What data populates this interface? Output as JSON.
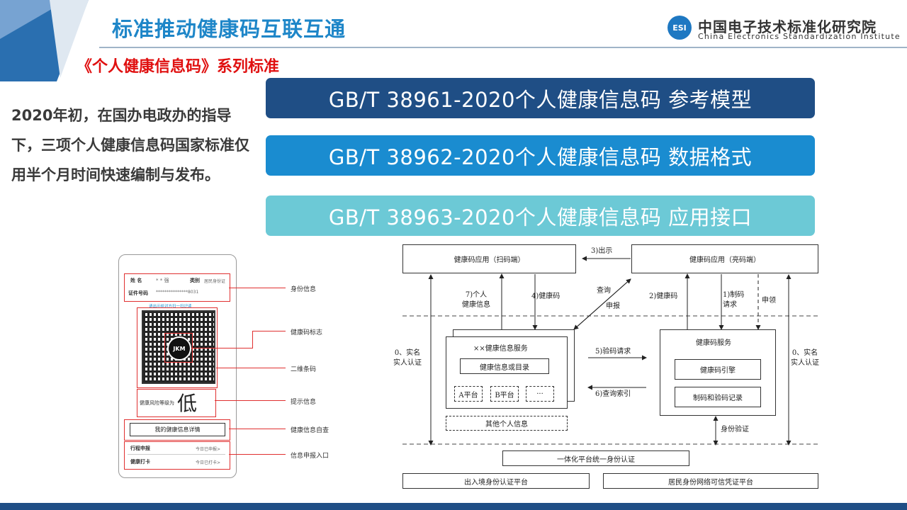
{
  "header": {
    "title": "标准推动健康码互联互通",
    "subtitle": "《个人健康信息码》系列标准",
    "org_name": "中国电子技术标准化研究院",
    "org_en": "China Electronics Standardization Institute",
    "logo_text": "ESI"
  },
  "intro": "2020年初，在国办电政办的指导下，三项个人健康信息码国家标准仅用半个月时间快速编制与发布。",
  "standards": [
    {
      "label": "GB/T 38961-2020个人健康信息码  参考模型",
      "color": "#1f4e85"
    },
    {
      "label": "GB/T 38962-2020个人健康信息码  数据格式",
      "color": "#1a8cd0"
    },
    {
      "label": "GB/T 38963-2020个人健康信息码  应用接口",
      "color": "#6cc9d6"
    }
  ],
  "phone": {
    "name_label": "姓    名",
    "name_value": "* * 强",
    "type_label": "类别",
    "type_value": "居民身份证",
    "id_label": "证件号码",
    "id_value": "***************8031",
    "scan_hint": "请出示给对方扫一扫识读",
    "jkm_text": "JKM",
    "risk_label": "健康风险等级为",
    "risk_value": "低",
    "detail_button": "我的健康信息详情",
    "trip_label": "行程申报",
    "trip_value": "今日已申报>",
    "checkin_label": "健康打卡",
    "checkin_value": "今日已打卡>"
  },
  "annotations": [
    "身份信息",
    "健康码标志",
    "二维条码",
    "提示信息",
    "健康信息自查",
    "信息申报入口"
  ],
  "diagram": {
    "scan_app": "健康码应用（扫码端）",
    "show_app": "健康码应用（亮码端）",
    "step3": "3)出示",
    "step7": "7)个人\n健康信息",
    "step4": "4)健康码",
    "query": "查询",
    "report": "申报",
    "step2": "2)健康码",
    "step1": "1)制码\n请求",
    "apply": "申领",
    "info_service": "××健康信息服务",
    "info_dir": "健康信息或目录",
    "platform_a": "A平台",
    "platform_b": "B平台",
    "platform_more": "···",
    "other_info": "其他个人信息",
    "step5": "5)验码请求",
    "step6": "6)查询索引",
    "code_service": "健康码服务",
    "engine": "健康码引擎",
    "record": "制码和验码记录",
    "identity_verify": "身份验证",
    "realname_left": "0、实名\n实人认证",
    "realname_right": "0、实名\n实人认证",
    "unified_auth": "一体化平台统一身份认证",
    "border_auth": "出入境身份认证平台",
    "resident_auth": "居民身份网络可信凭证平台"
  }
}
